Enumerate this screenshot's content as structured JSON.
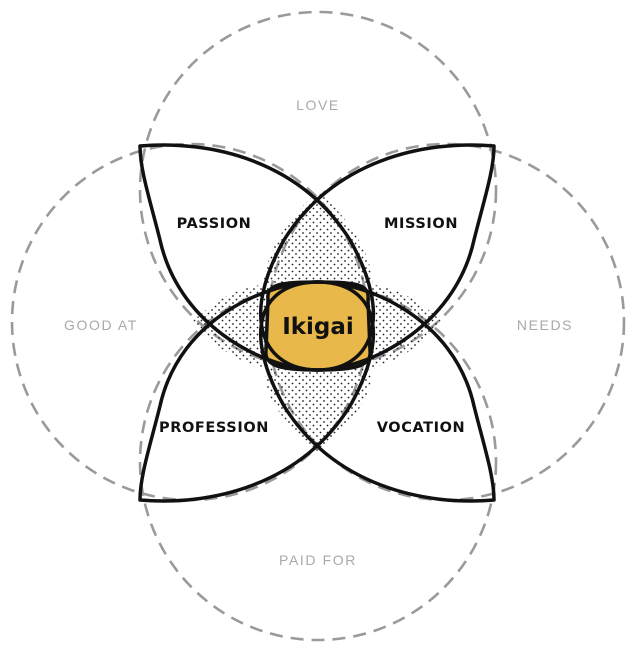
{
  "diagram": {
    "outer_labels": {
      "top": "LOVE",
      "left": "GOOD AT",
      "right": "NEEDS",
      "bottom": "PAID FOR"
    },
    "petal_labels": {
      "top_left": "PASSION",
      "top_right": "MISSION",
      "bottom_left": "PROFESSION",
      "bottom_right": "VOCATION"
    },
    "center_label": "Ikigai",
    "colors": {
      "center_fill": "#E8B84A",
      "outline": "#111111",
      "dashed_circle": "#9a9a9a",
      "outer_label": "#a9a9a9",
      "dot_pattern": "#222222"
    }
  }
}
